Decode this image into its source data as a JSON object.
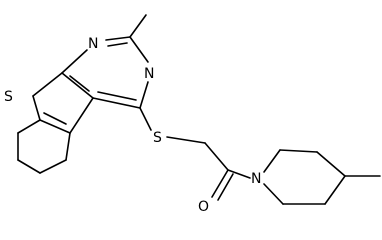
{
  "molecule": {
    "atoms": {
      "s1": "S",
      "n1": "N",
      "n2": "N",
      "s2": "S",
      "o1": "O",
      "n3": "N"
    }
  },
  "colors": {
    "bond": "#000000",
    "label": "#000000",
    "background": "#ffffff"
  }
}
